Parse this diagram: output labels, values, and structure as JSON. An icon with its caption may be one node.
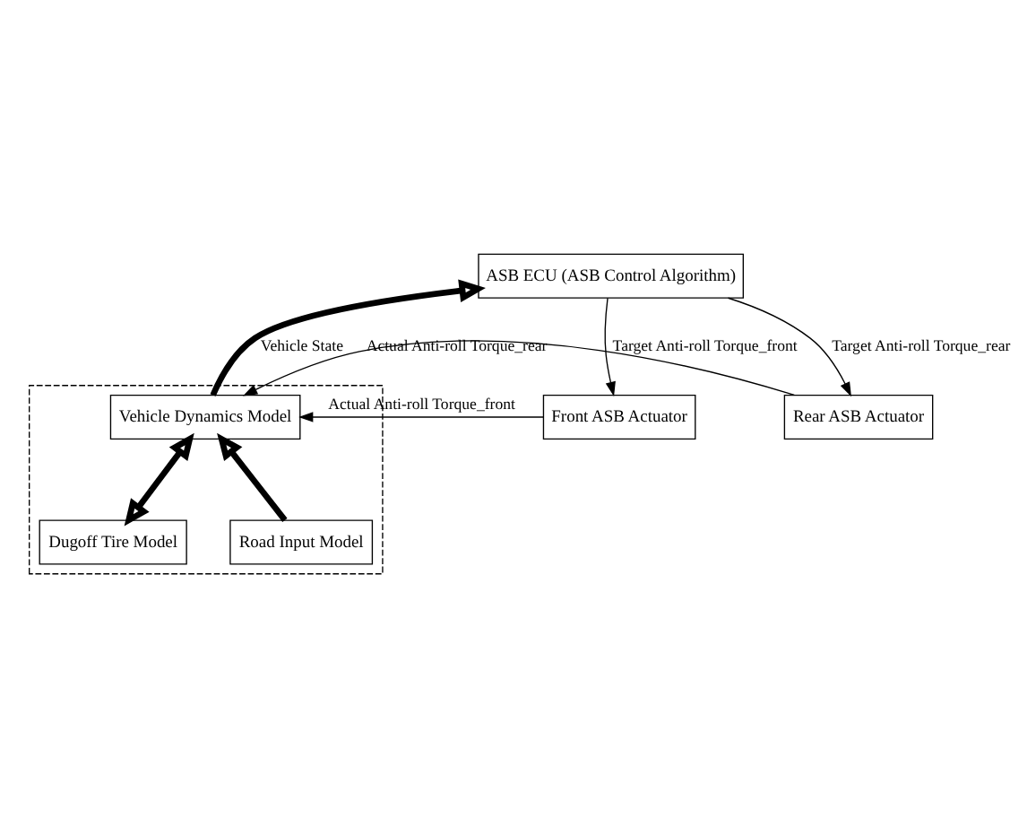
{
  "diagram": {
    "nodes": [
      {
        "text": [
          "ASB ECU (ASB Control Algorithm)"
        ]
      },
      {
        "text": [],
        "shape": "box"
      },
      {
        "text": [
          "Vehicle Dynamics Model"
        ],
        "in": 1
      },
      {
        "text": [
          "Dugoff Tire Model"
        ],
        "in": 1
      },
      {
        "text": [
          "Road Input Model"
        ],
        "in": 1
      },
      {
        "text": [
          "Front ASB Actuator"
        ]
      },
      {
        "text": [
          "Rear ASB Actuator"
        ]
      }
    ],
    "edges": [
      {
        "from": 2,
        "to": 0,
        "arrow": "to",
        "label": "Vehicle State",
        "style": "thick"
      },
      {
        "from": 3,
        "to": 2,
        "arrow": "both",
        "style": "thick"
      },
      {
        "from": 4,
        "to": 2,
        "arrow": "to",
        "style": "thick"
      },
      {
        "from": 0,
        "to": 5,
        "arrow": "to",
        "label": "Target Anti-roll Torque_front"
      },
      {
        "from": 0,
        "to": 6,
        "arrow": "to",
        "label": "Target Anti-roll Torque_rear"
      },
      {
        "from": 5,
        "to": 2,
        "arrow": "to",
        "label": "Actual Anti-roll Torque_front"
      },
      {
        "from": 6,
        "to": 2,
        "arrow": "to",
        "label": "Actual Anti-roll Torque_rear"
      }
    ]
  }
}
